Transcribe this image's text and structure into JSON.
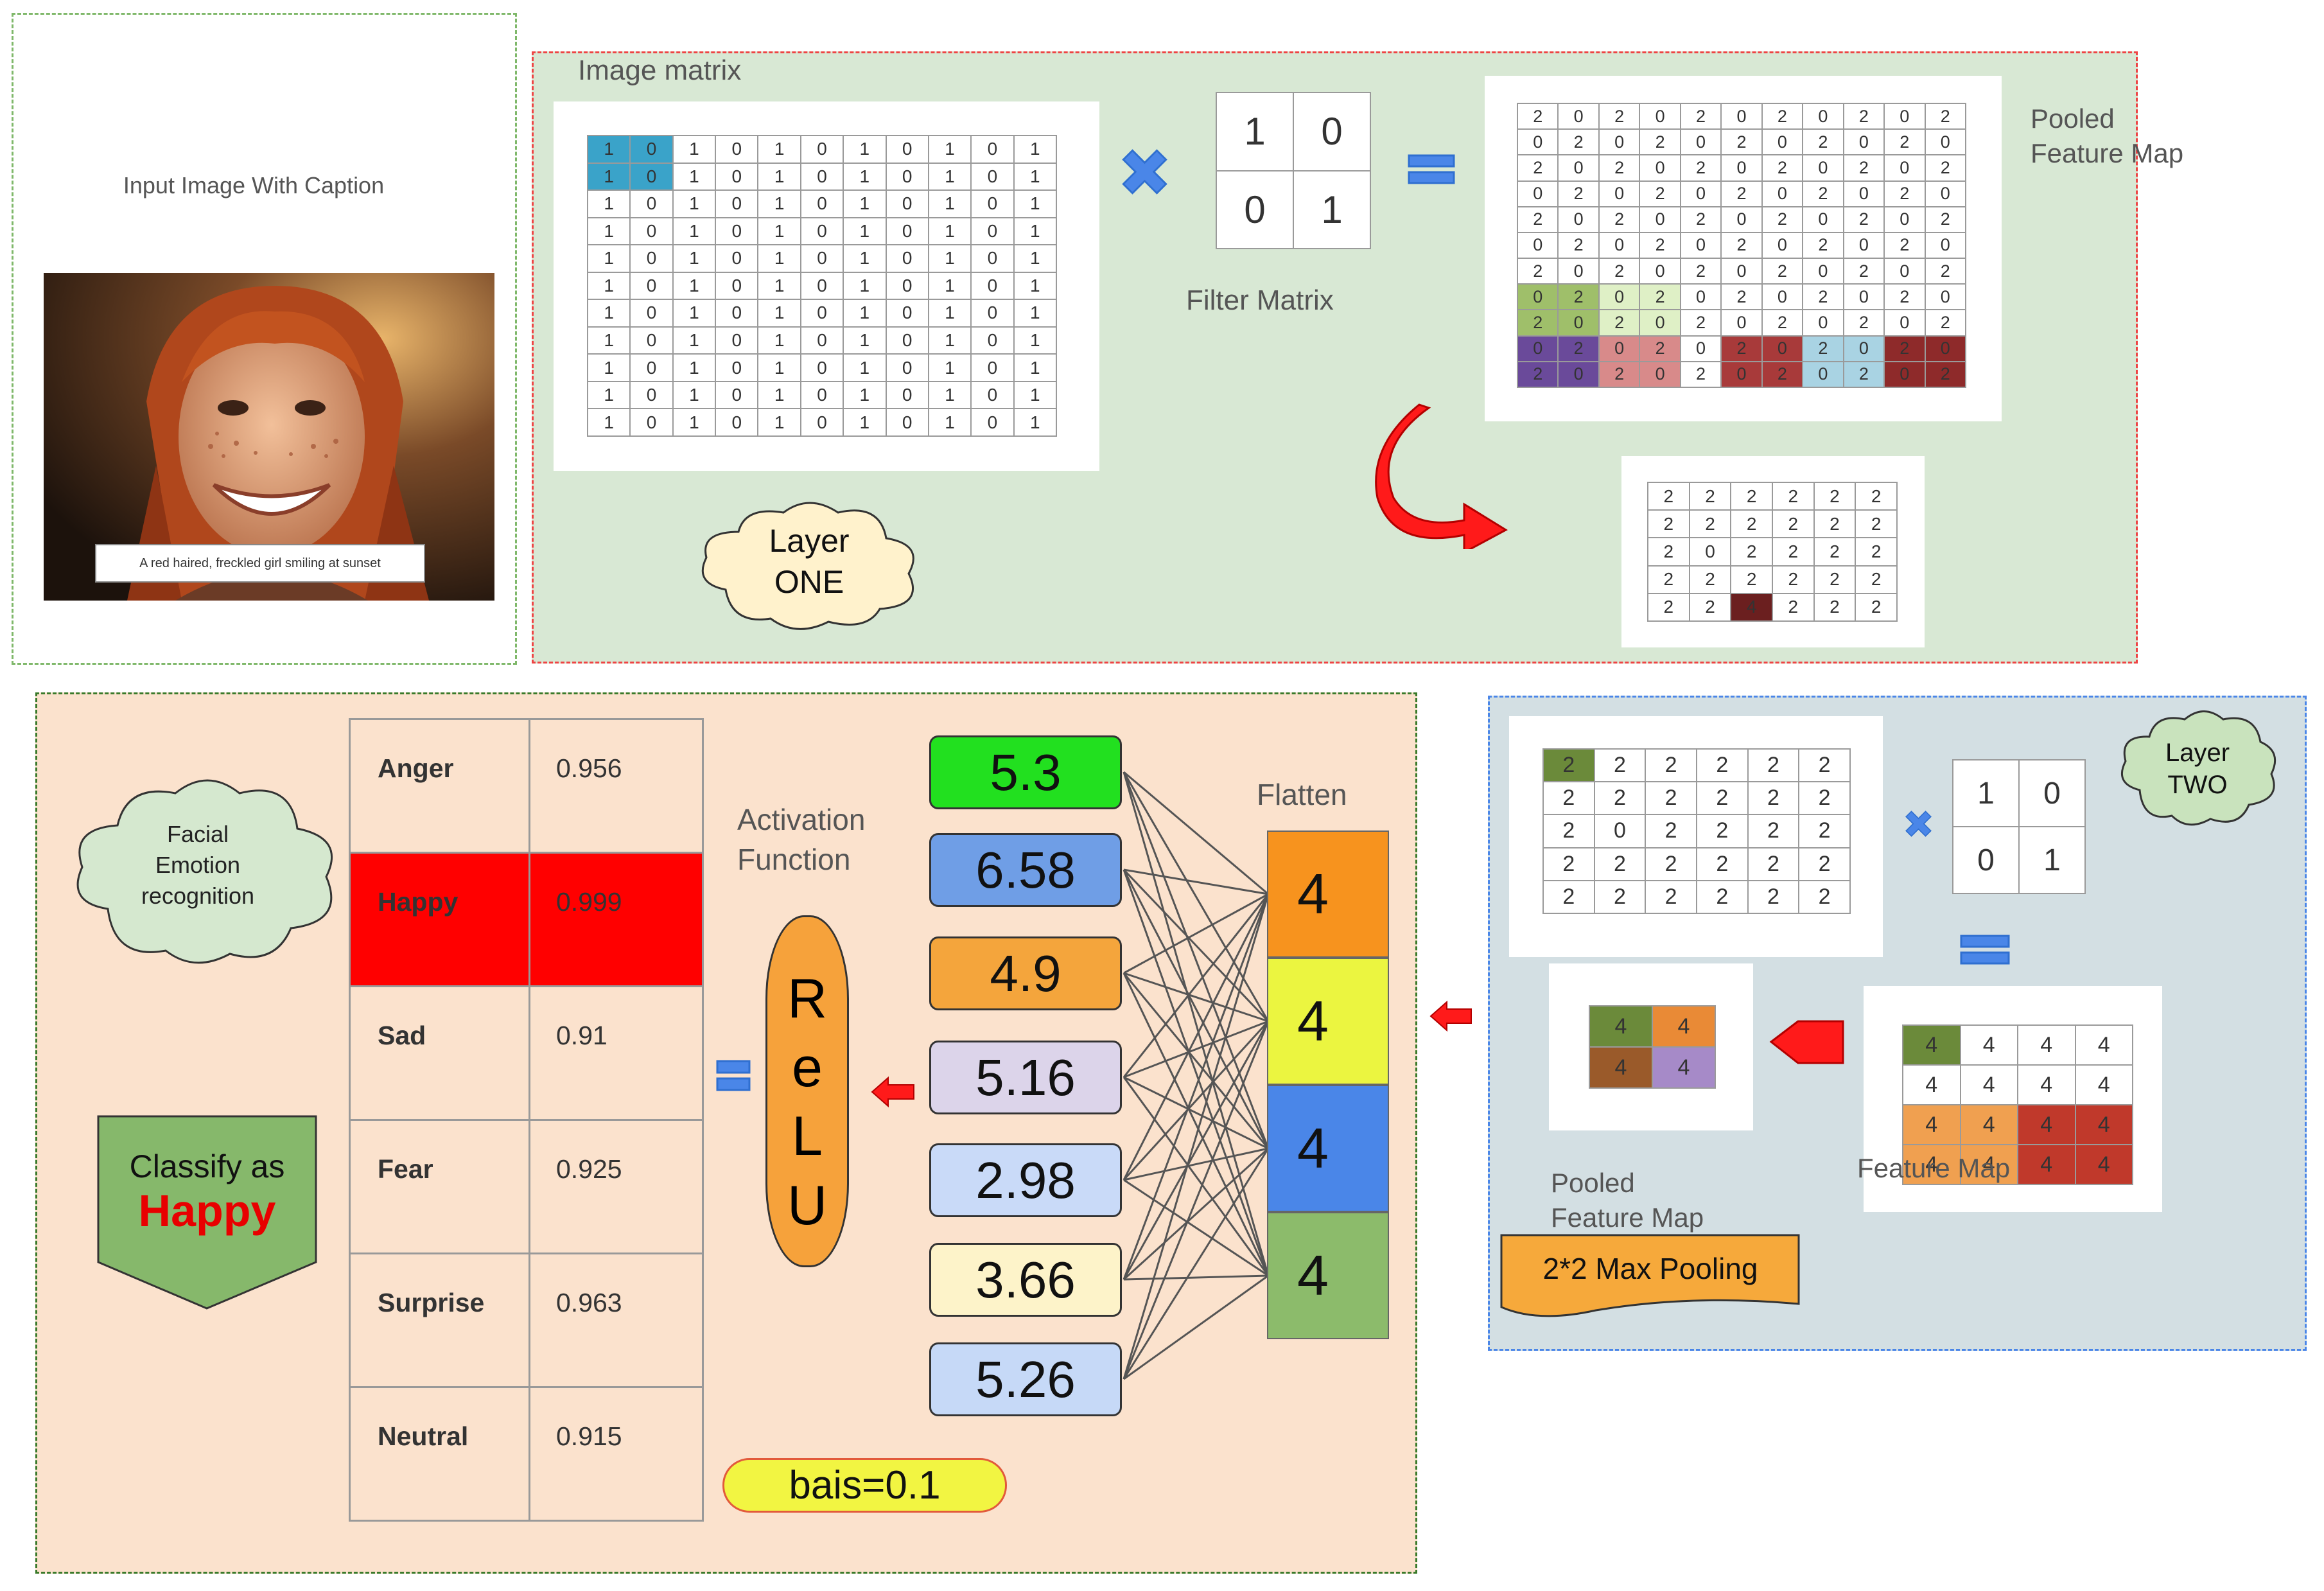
{
  "input_panel": {
    "title": "Input Image With Caption",
    "caption": "A red haired, freckled girl smiling at sunset"
  },
  "layer_one": {
    "image_matrix_title": "Image matrix",
    "image_matrix": [
      [
        "1",
        "0",
        "1",
        "0",
        "1",
        "0",
        "1",
        "0",
        "1",
        "0",
        "1"
      ],
      [
        "1",
        "0",
        "1",
        "0",
        "1",
        "0",
        "1",
        "0",
        "1",
        "0",
        "1"
      ],
      [
        "1",
        "0",
        "1",
        "0",
        "1",
        "0",
        "1",
        "0",
        "1",
        "0",
        "1"
      ],
      [
        "1",
        "0",
        "1",
        "0",
        "1",
        "0",
        "1",
        "0",
        "1",
        "0",
        "1"
      ],
      [
        "1",
        "0",
        "1",
        "0",
        "1",
        "0",
        "1",
        "0",
        "1",
        "0",
        "1"
      ],
      [
        "1",
        "0",
        "1",
        "0",
        "1",
        "0",
        "1",
        "0",
        "1",
        "0",
        "1"
      ],
      [
        "1",
        "0",
        "1",
        "0",
        "1",
        "0",
        "1",
        "0",
        "1",
        "0",
        "1"
      ],
      [
        "1",
        "0",
        "1",
        "0",
        "1",
        "0",
        "1",
        "0",
        "1",
        "0",
        "1"
      ],
      [
        "1",
        "0",
        "1",
        "0",
        "1",
        "0",
        "1",
        "0",
        "1",
        "0",
        "1"
      ],
      [
        "1",
        "0",
        "1",
        "0",
        "1",
        "0",
        "1",
        "0",
        "1",
        "0",
        "1"
      ],
      [
        "1",
        "0",
        "1",
        "0",
        "1",
        "0",
        "1",
        "0",
        "1",
        "0",
        "1"
      ]
    ],
    "filter_matrix": [
      [
        "1",
        "0"
      ],
      [
        "0",
        "1"
      ]
    ],
    "filter_caption": "Filter Matrix",
    "feature_map_caption": "Pooled\nFeature Map",
    "feature_map": [
      [
        "2",
        "0",
        "2",
        "0",
        "2",
        "0",
        "2",
        "0",
        "2",
        "0",
        "2"
      ],
      [
        "0",
        "2",
        "0",
        "2",
        "0",
        "2",
        "0",
        "2",
        "0",
        "2",
        "0"
      ],
      [
        "2",
        "0",
        "2",
        "0",
        "2",
        "0",
        "2",
        "0",
        "2",
        "0",
        "2"
      ],
      [
        "0",
        "2",
        "0",
        "2",
        "0",
        "2",
        "0",
        "2",
        "0",
        "2",
        "0"
      ],
      [
        "2",
        "0",
        "2",
        "0",
        "2",
        "0",
        "2",
        "0",
        "2",
        "0",
        "2"
      ],
      [
        "0",
        "2",
        "0",
        "2",
        "0",
        "2",
        "0",
        "2",
        "0",
        "2",
        "0"
      ],
      [
        "2",
        "0",
        "2",
        "0",
        "2",
        "0",
        "2",
        "0",
        "2",
        "0",
        "2"
      ],
      [
        "0",
        "2",
        "0",
        "2",
        "0",
        "2",
        "0",
        "2",
        "0",
        "2",
        "0"
      ],
      [
        "2",
        "0",
        "2",
        "0",
        "2",
        "0",
        "2",
        "0",
        "2",
        "0",
        "2"
      ],
      [
        "0",
        "2",
        "0",
        "2",
        "0",
        "2",
        "0",
        "2",
        "0",
        "2",
        "0"
      ],
      [
        "2",
        "0",
        "2",
        "0",
        "2",
        "0",
        "2",
        "0",
        "2",
        "0",
        "2"
      ]
    ],
    "pooled_map": [
      [
        "2",
        "2",
        "2",
        "2",
        "2",
        "2"
      ],
      [
        "2",
        "2",
        "2",
        "2",
        "2",
        "2"
      ],
      [
        "2",
        "0",
        "2",
        "2",
        "2",
        "2"
      ],
      [
        "2",
        "2",
        "2",
        "2",
        "2",
        "2"
      ],
      [
        "2",
        "2",
        "4",
        "2",
        "2",
        "2"
      ]
    ],
    "cloud_label": "Layer\nONE"
  },
  "layer_two": {
    "cloud_label": "Layer\nTWO",
    "input_map": [
      [
        "2",
        "2",
        "2",
        "2",
        "2",
        "2"
      ],
      [
        "2",
        "2",
        "2",
        "2",
        "2",
        "2"
      ],
      [
        "2",
        "0",
        "2",
        "2",
        "2",
        "2"
      ],
      [
        "2",
        "2",
        "2",
        "2",
        "2",
        "2"
      ],
      [
        "2",
        "2",
        "2",
        "2",
        "2",
        "2"
      ]
    ],
    "filter_matrix": [
      [
        "1",
        "0"
      ],
      [
        "0",
        "1"
      ]
    ],
    "feature_map": [
      [
        "4",
        "4",
        "4",
        "4"
      ],
      [
        "4",
        "4",
        "4",
        "4"
      ],
      [
        "4",
        "4",
        "4",
        "4"
      ],
      [
        "4",
        "4",
        "4",
        "4"
      ]
    ],
    "feature_map_caption": "Feature Map",
    "pooled_map": [
      [
        "4",
        "4"
      ],
      [
        "4",
        "4"
      ]
    ],
    "pooled_caption": "Pooled\nFeature Map",
    "pooling_label": "2*2 Max Pooling"
  },
  "classifier": {
    "cloud_label": "Facial\nEmotion\nrecognition",
    "classify_text": "Classify as",
    "classify_result": "Happy",
    "emotions": [
      {
        "label": "Anger",
        "value": "0.956"
      },
      {
        "label": "Happy",
        "value": "0.999"
      },
      {
        "label": "Sad",
        "value": "0.91"
      },
      {
        "label": "Fear",
        "value": "0.925"
      },
      {
        "label": "Surprise",
        "value": "0.963"
      },
      {
        "label": "Neutral",
        "value": "0.915"
      }
    ],
    "activation_label": "Activation\nFunction",
    "relu_letters": [
      "R",
      "e",
      "L",
      "U"
    ],
    "neurons": [
      "5.3",
      "6.58",
      "4.9",
      "5.16",
      "2.98",
      "3.66",
      "5.26"
    ],
    "neuron_colors": [
      "#22e01f",
      "#6f9ee6",
      "#f4a53c",
      "#dcd4ea",
      "#c9daf8",
      "#fdf3c9",
      "#c6d9f7"
    ],
    "flatten_label": "Flatten",
    "flatten_values": [
      "4",
      "4",
      "4",
      "4"
    ],
    "flatten_colors": [
      "#f7931e",
      "#ebf540",
      "#4a86e8",
      "#8cbb6b"
    ],
    "bias_label": "bais=0.1"
  }
}
